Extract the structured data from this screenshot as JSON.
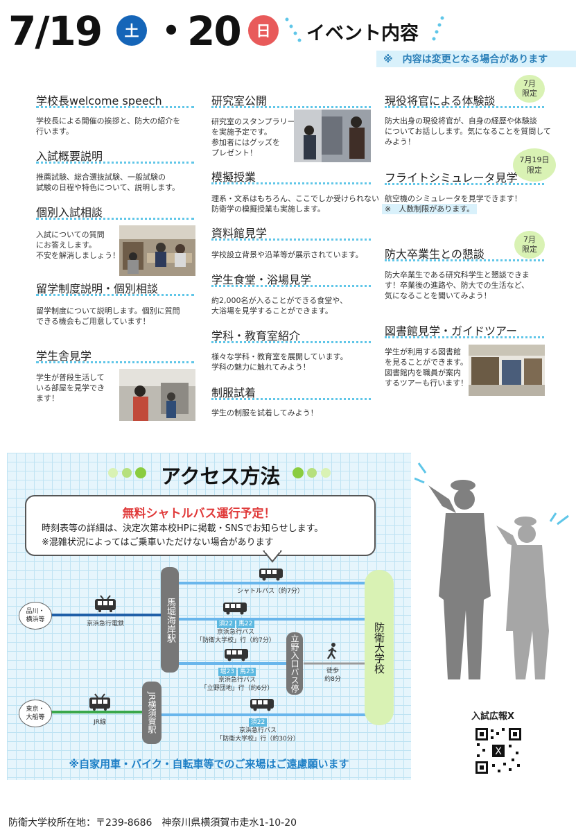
{
  "header": {
    "date_first": "7/19",
    "day_first": "土",
    "date_sep": "・",
    "date_second": "20",
    "day_second": "日",
    "title": "イベント内容",
    "notice": "※　内容は変更となる場合があります",
    "colors": {
      "blue": "#1565b8",
      "red": "#e85a5a",
      "dot": "#5fc6e8"
    }
  },
  "events": {
    "col1": [
      {
        "title": "学校長welcome speech",
        "desc": [
          "学校長による開催の挨拶と、防大の紹介を",
          "行います。"
        ]
      },
      {
        "title": "入試概要説明",
        "desc": [
          "推薦試験、総合選抜試験、一般試験の",
          "試験の日程や特色について、説明します。"
        ]
      },
      {
        "title": "個別入試相談",
        "desc": [
          "入試についての質問",
          "にお答えします。",
          "不安を解消しましょう！"
        ]
      },
      {
        "title": "留学制度説明・個別相談",
        "desc": [
          "留学制度について説明します。個別に質問",
          "できる機会もご用意しています！"
        ]
      },
      {
        "title": "学生舎見学",
        "desc": [
          "学生が普段生活して",
          "いる部屋を見学でき",
          "ます！"
        ]
      }
    ],
    "col2": [
      {
        "title": "研究室公開",
        "desc": [
          "研究室のスタンプラリー",
          "を実施予定です。",
          "参加者にはグッズを",
          "プレゼント！"
        ]
      },
      {
        "title": "模擬授業",
        "desc": [
          "理系・文系はもちろん、ここでしか受けられない",
          "防衛学の模擬授業も実施します。"
        ]
      },
      {
        "title": "資料館見学",
        "desc": [
          "学校設立背景や沿革等が展示されています。"
        ]
      },
      {
        "title": "学生食堂・浴場見学",
        "desc": [
          "約2,000名が入ることができる食堂や、",
          "大浴場を見学することができます。"
        ]
      },
      {
        "title": "学科・教育室紹介",
        "desc": [
          "様々な学科・教育室を展開しています。",
          "学科の魅力に触れてみよう！"
        ]
      },
      {
        "title": "制服試着",
        "desc": [
          "学生の制服を試着してみよう！"
        ]
      }
    ],
    "col3": [
      {
        "title": "現役将官による体験談",
        "badge": [
          "7月",
          "限定"
        ],
        "desc": [
          "防大出身の現役将官が、自身の経歴や体験談",
          "についてお話しします。気になることを質問して",
          "みよう！"
        ]
      },
      {
        "title": "フライトシミュレータ見学",
        "badge": [
          "7月19日",
          "限定"
        ],
        "desc": [
          "航空機のシミュレータを見学できます！",
          "※　人数制限があります。"
        ]
      },
      {
        "title": "防大卒業生との懇談",
        "badge": [
          "7月",
          "限定"
        ],
        "desc": [
          "防大卒業生である研究科学生と懇談できま",
          "す！卒業後の進路や、防大での生活など、",
          "気になることを聞いてみよう！"
        ]
      },
      {
        "title": "図書館見学・ガイドツアー",
        "desc": [
          "学生が利用する図書館",
          "を見ることができます。",
          "図書館内を職員が案内",
          "するツアーも行います！"
        ]
      }
    ]
  },
  "access": {
    "title": "アクセス方法",
    "shuttle_title": "無料シャトルバス運行予定！",
    "shuttle_line1": "時刻表等の詳細は、決定次第本校HPに掲載・SNSでお知らせします。",
    "shuttle_line2": "※混雑状況によってはご乗車いただけない場合があります",
    "origins": {
      "shinagawa": [
        "品川・",
        "横浜等"
      ],
      "tokyo": [
        "東京・",
        "大船等"
      ]
    },
    "stations": {
      "bahori": "馬堀海岸駅",
      "jr_yokosuka": "JR横須賀駅",
      "tateno": "立野入口バス停",
      "bodai": "防衛大学校"
    },
    "routes": {
      "keikyu_rail": "京浜急行電鉄",
      "jr_line": "JR線",
      "shuttle": "シャトルバス（約7分）",
      "bus1_chips": [
        "須22",
        "馬22"
      ],
      "bus1_l1": "京浜急行バス",
      "bus1_l2": "「防衛大学校」行（約7分）",
      "bus2_chips": [
        "堀23",
        "馬23"
      ],
      "bus2_l1": "京浜急行バス",
      "bus2_l2": "「立野団地」行（約6分）",
      "walk_l1": "徒歩",
      "walk_l2": "約8分",
      "bus3_chips": [
        "須22"
      ],
      "bus3_l1": "京浜急行バス",
      "bus3_l2": "「防衛大学校」行（約30分）"
    },
    "warning": "※自家用車・バイク・自転車等でのご来場はご遠慮願います"
  },
  "sns": {
    "label": "入試広報X"
  },
  "footer": {
    "address": "防衛大学校所在地：〒239-8686　神奈川県横須賀市走水1-10-20"
  }
}
